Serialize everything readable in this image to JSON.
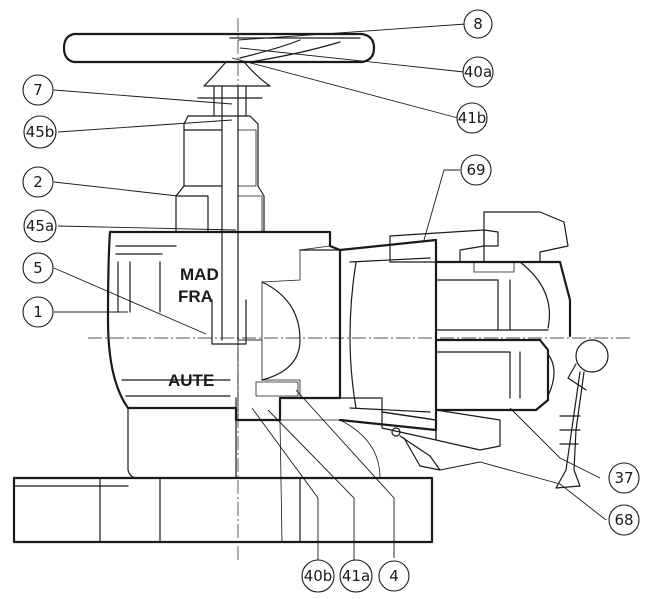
{
  "body_text": {
    "line1": "MAD",
    "line2": "FRA",
    "line3": "AUTE"
  },
  "labels": [
    {
      "id": "8",
      "text": "8"
    },
    {
      "id": "40a",
      "text": "40a"
    },
    {
      "id": "41b",
      "text": "41b"
    },
    {
      "id": "7",
      "text": "7"
    },
    {
      "id": "45b",
      "text": "45b"
    },
    {
      "id": "2",
      "text": "2"
    },
    {
      "id": "69",
      "text": "69"
    },
    {
      "id": "45a",
      "text": "45a"
    },
    {
      "id": "5",
      "text": "5"
    },
    {
      "id": "1",
      "text": "1"
    },
    {
      "id": "37",
      "text": "37"
    },
    {
      "id": "68",
      "text": "68"
    },
    {
      "id": "40b",
      "text": "40b"
    },
    {
      "id": "41a",
      "text": "41a"
    },
    {
      "id": "4",
      "text": "4"
    }
  ],
  "colors": {
    "ink": "#1a1a1a",
    "paper": "#ffffff"
  }
}
